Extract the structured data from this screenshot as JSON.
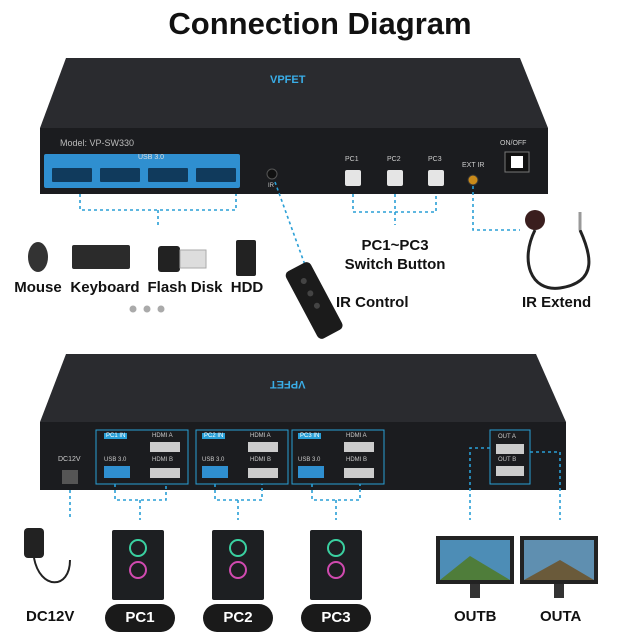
{
  "title": "Connection Diagram",
  "front_panel": {
    "brand": "VPFET",
    "model": "Model: VP-SW330",
    "usb_label": "USB 3.0",
    "buttons": [
      "PC1",
      "PC2",
      "PC3"
    ],
    "ext_ir": "EXT IR",
    "ir": "IR",
    "power": "ON/OFF"
  },
  "peripherals": [
    "Mouse",
    "Keyboard",
    "Flash Disk",
    "HDD"
  ],
  "switch_label": "PC1~PC3\nSwitch Button",
  "ir_control": "IR Control",
  "ir_extend": "IR Extend",
  "rear_panel": {
    "brand": "VPFET",
    "dc": "DC12V",
    "groups": [
      {
        "in": "PC1 IN",
        "hdmi_a": "HDMI A",
        "usb": "USB 3.0",
        "hdmi_b": "HDMI B"
      },
      {
        "in": "PC2 IN",
        "hdmi_a": "HDMI A",
        "usb": "USB 3.0",
        "hdmi_b": "HDMI B"
      },
      {
        "in": "PC3 IN",
        "hdmi_a": "HDMI A",
        "usb": "USB 3.0",
        "hdmi_b": "HDMI B"
      }
    ],
    "out_a": "OUT A",
    "out_b": "OUT B"
  },
  "bottom_labels": {
    "dc12v": "DC12V",
    "pc1": "PC1",
    "pc2": "PC2",
    "pc3": "PC3",
    "outb": "OUTB",
    "outa": "OUTA"
  },
  "colors": {
    "accent": "#2a9fd6",
    "panel": "#1c1d20",
    "port_bg": "#2f8fd0"
  }
}
